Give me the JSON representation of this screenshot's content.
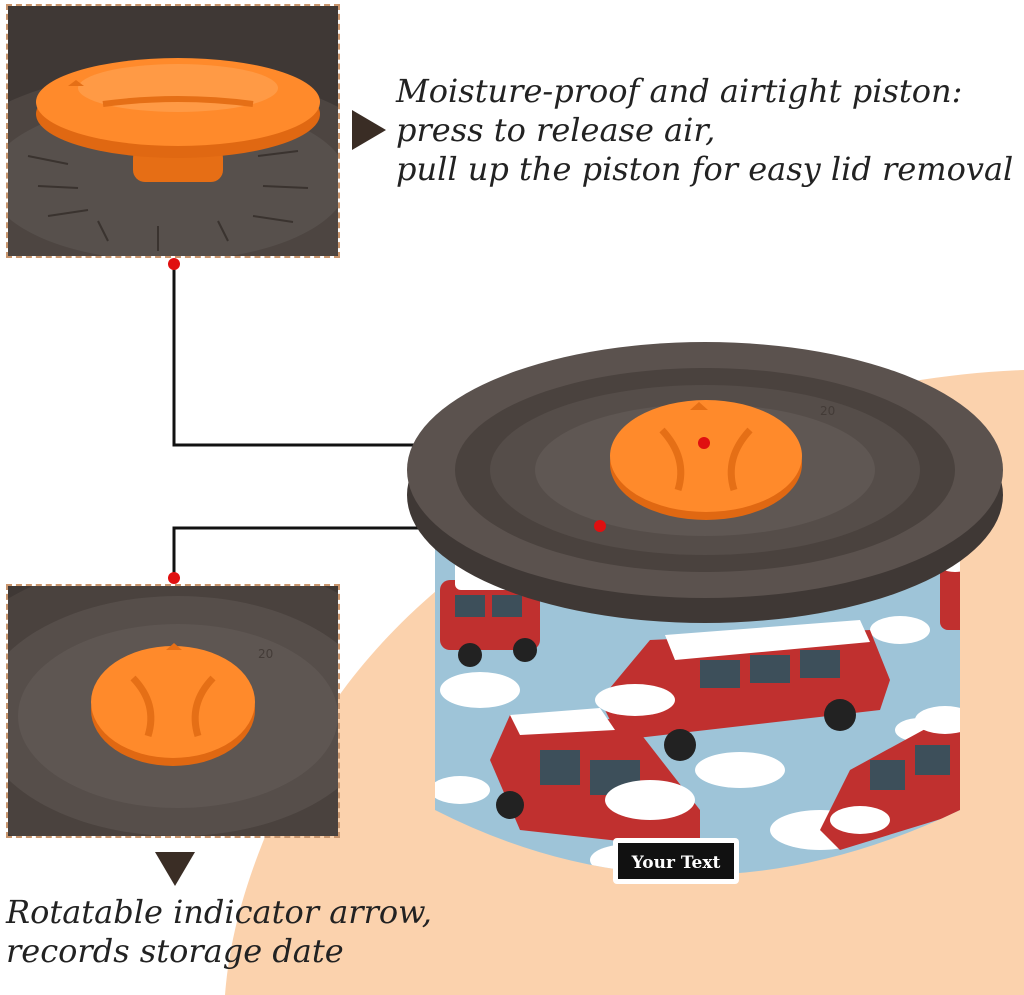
{
  "features": {
    "piston": {
      "lines": [
        "Moisture-proof and airtight piston:",
        "press to release air,",
        "pull up the piston for easy lid removal"
      ]
    },
    "indicator": {
      "lines": [
        "Rotatable indicator arrow,",
        "records storage date"
      ]
    }
  },
  "product": {
    "label_text": "Your Text",
    "lid_marking": "20"
  },
  "colors": {
    "accent_orange": "#ff8a2b",
    "lid_gray": "#5b524e",
    "background_peach": "#fbd2ad",
    "leader_dot": "#e01010",
    "pattern_blue": "#9ec4d8",
    "car_red": "#c0302f"
  },
  "icons": [
    "triangle-right-icon",
    "triangle-down-icon"
  ]
}
